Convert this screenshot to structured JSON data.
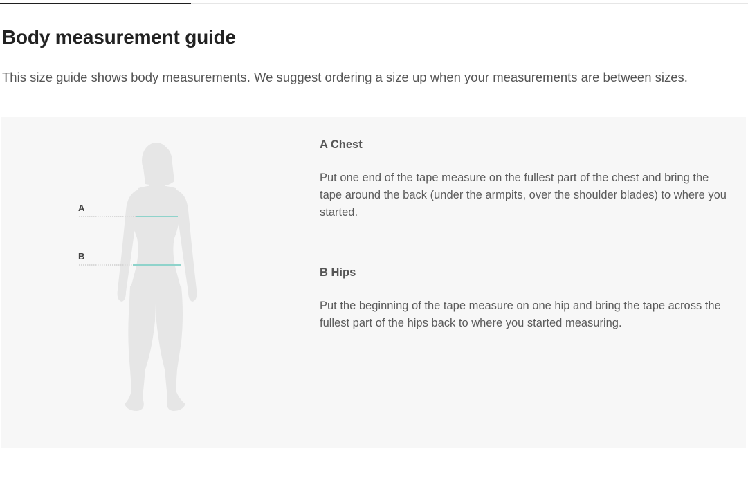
{
  "page": {
    "title": "Body measurement guide",
    "intro": "This size guide shows body measurements. We suggest ordering a size up when your measurements are between sizes."
  },
  "figure": {
    "label_a": "A",
    "label_b": "B",
    "accent_color": "#8fd3cb",
    "silhouette_color": "#e6e6e6"
  },
  "sections": [
    {
      "heading": "A Chest",
      "body": "Put one end of the tape measure on the fullest part of the chest and bring the tape around the back (under the armpits, over the shoulder blades) to where you started."
    },
    {
      "heading": "B Hips",
      "body": "Put the beginning of the tape measure on one hip and bring the tape across the fullest part of the hips back to where you started measuring."
    }
  ]
}
